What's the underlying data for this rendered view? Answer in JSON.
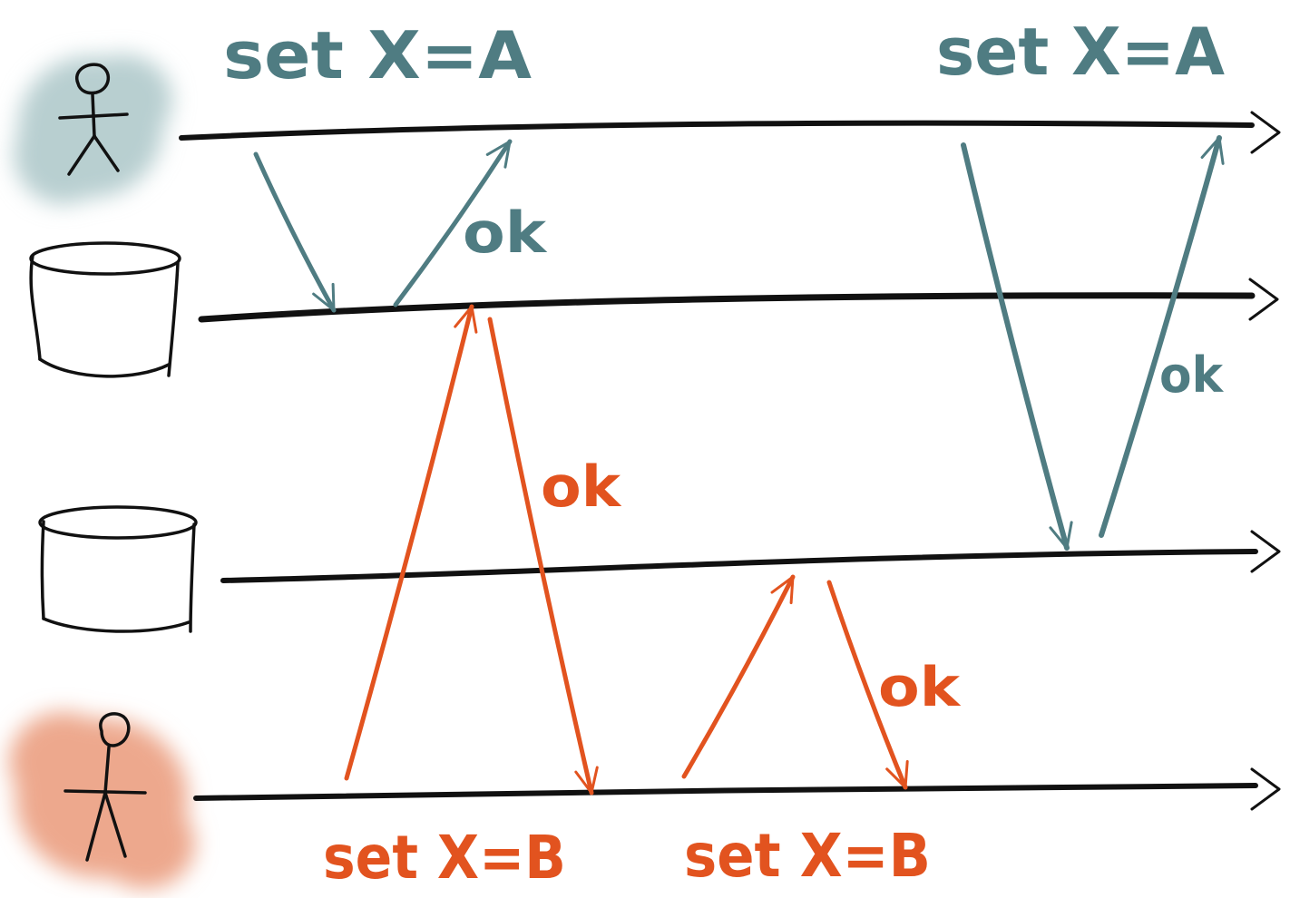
{
  "colors": {
    "client_a": "#4f7c82",
    "client_a_blob": "#b8cfd0",
    "client_b": "#e2531f",
    "client_b_blob": "#eda88d",
    "ink": "#111111"
  },
  "actors": {
    "client_a": {
      "icon": "person-icon"
    },
    "replica_1": {
      "icon": "database-icon"
    },
    "replica_2": {
      "icon": "database-icon"
    },
    "client_b": {
      "icon": "person-icon"
    }
  },
  "labels": {
    "client_a_write_1": "set X=A",
    "client_a_write_2": "set X=A",
    "client_b_write_1": "set X=B",
    "client_b_write_2": "set X=B",
    "ack_a_replica_1": "ok",
    "ack_a_replica_2": "ok",
    "ack_b_replica_1": "ok",
    "ack_b_replica_2": "ok"
  }
}
